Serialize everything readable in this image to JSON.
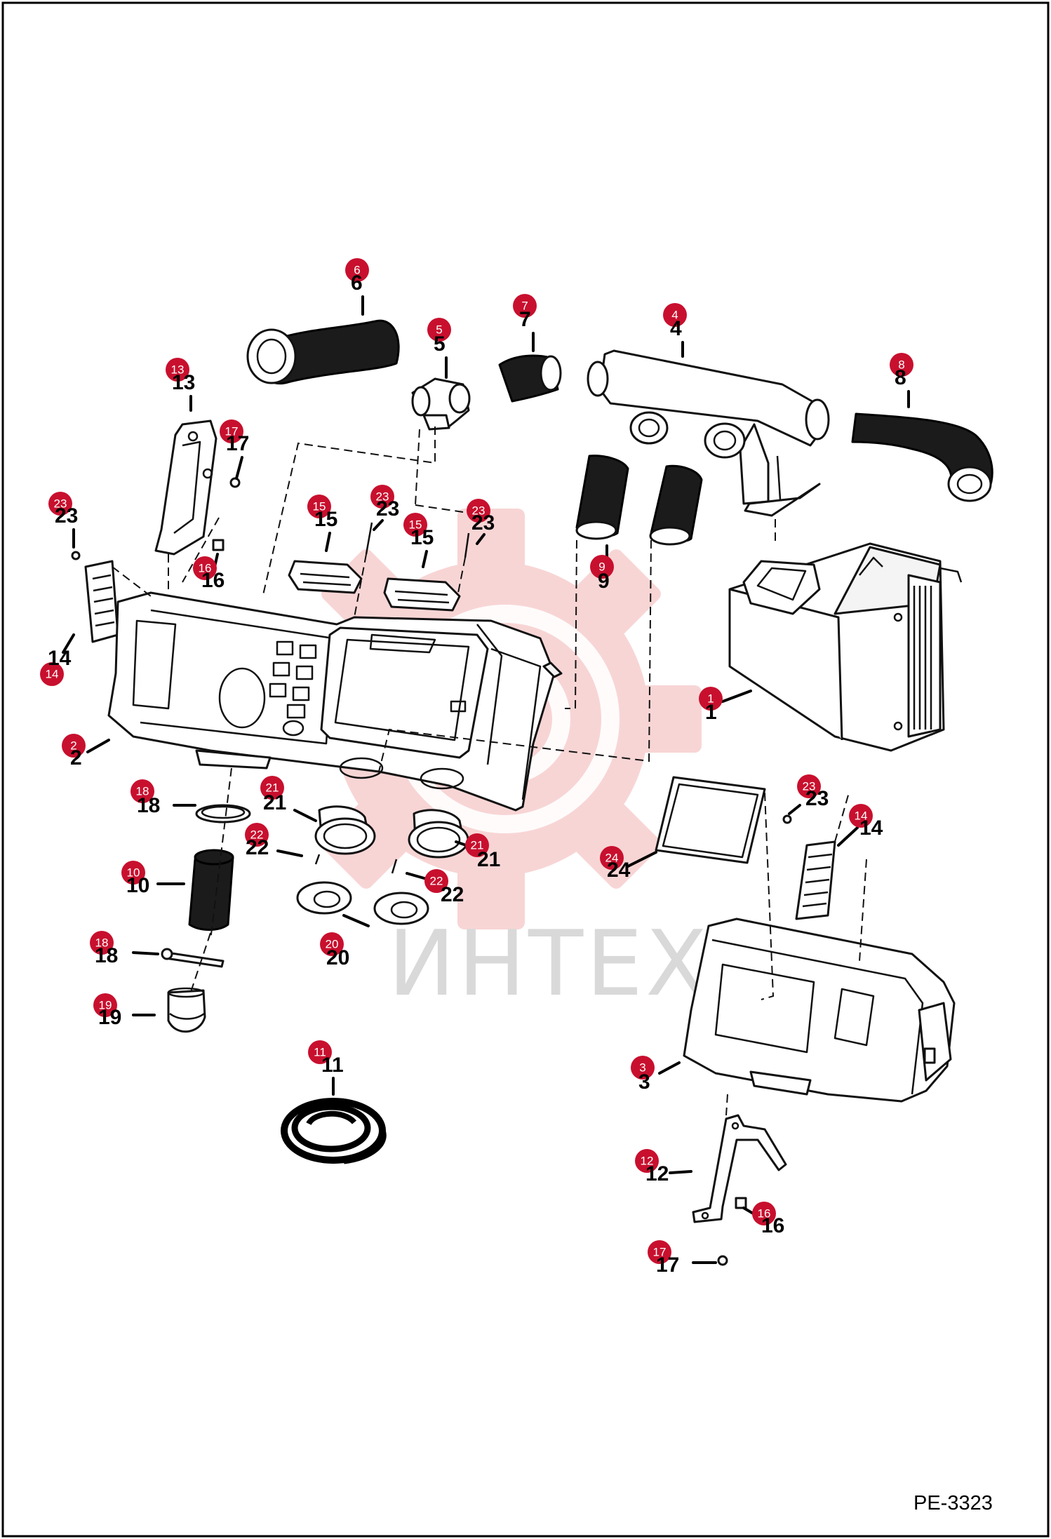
{
  "drawing_code": "PE-3323",
  "watermark_text": "ИНТЕХ",
  "colors": {
    "badge": "#c8102e",
    "watermark": "#f6c7c7",
    "frame": "#000000"
  },
  "callouts": [
    {
      "id": "6a",
      "number": "6"
    },
    {
      "id": "5a",
      "number": "5"
    },
    {
      "id": "7a",
      "number": "7"
    },
    {
      "id": "4a",
      "number": "4"
    },
    {
      "id": "8a",
      "number": "8"
    },
    {
      "id": "13a",
      "number": "13"
    },
    {
      "id": "17a",
      "number": "17"
    },
    {
      "id": "23a",
      "number": "23"
    },
    {
      "id": "15a",
      "number": "15"
    },
    {
      "id": "23b",
      "number": "23"
    },
    {
      "id": "15b",
      "number": "15"
    },
    {
      "id": "23c",
      "number": "23"
    },
    {
      "id": "16a",
      "number": "16"
    },
    {
      "id": "9a",
      "number": "9"
    },
    {
      "id": "14a",
      "number": "14"
    },
    {
      "id": "1a",
      "number": "1"
    },
    {
      "id": "2a",
      "number": "2"
    },
    {
      "id": "18a",
      "number": "18"
    },
    {
      "id": "21a",
      "number": "21"
    },
    {
      "id": "22a",
      "number": "22"
    },
    {
      "id": "21b",
      "number": "21"
    },
    {
      "id": "22b",
      "number": "22"
    },
    {
      "id": "10a",
      "number": "10"
    },
    {
      "id": "23d",
      "number": "23"
    },
    {
      "id": "14b",
      "number": "14"
    },
    {
      "id": "24a",
      "number": "24"
    },
    {
      "id": "18b",
      "number": "18"
    },
    {
      "id": "20a",
      "number": "20"
    },
    {
      "id": "19a",
      "number": "19"
    },
    {
      "id": "11a",
      "number": "11"
    },
    {
      "id": "3a",
      "number": "3"
    },
    {
      "id": "12a",
      "number": "12"
    },
    {
      "id": "16b",
      "number": "16"
    },
    {
      "id": "17b",
      "number": "17"
    }
  ]
}
